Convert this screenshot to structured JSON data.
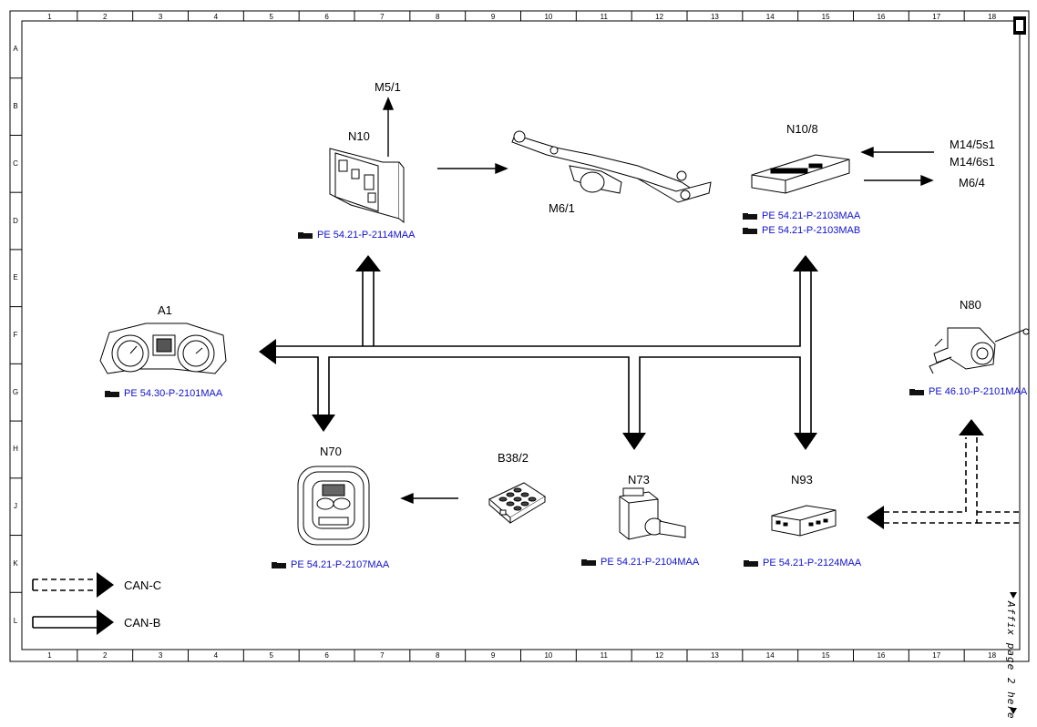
{
  "grid": {
    "columns": [
      "1",
      "2",
      "3",
      "4",
      "5",
      "6",
      "7",
      "8",
      "9",
      "10",
      "11",
      "12",
      "13",
      "14",
      "15",
      "16",
      "17",
      "18"
    ],
    "rows": [
      "A",
      "B",
      "C",
      "D",
      "E",
      "F",
      "G",
      "H",
      "J",
      "K",
      "L"
    ]
  },
  "components": {
    "n10": {
      "code": "N10",
      "ref": "PE 54.21-P-2114MAA"
    },
    "m5_1": {
      "code": "M5/1"
    },
    "m6_1": {
      "code": "M6/1"
    },
    "n10_8": {
      "code": "N10/8",
      "ref1": "PE 54.21-P-2103MAA",
      "ref2": "PE 54.21-P-2103MAB"
    },
    "m14_5s1": {
      "code": "M14/5s1"
    },
    "m14_6s1": {
      "code": "M14/6s1"
    },
    "m6_4": {
      "code": "M6/4"
    },
    "a1": {
      "code": "A1",
      "ref": "PE 54.30-P-2101MAA"
    },
    "n80": {
      "code": "N80",
      "ref": "PE 46.10-P-2101MAA"
    },
    "n70": {
      "code": "N70",
      "ref": "PE 54.21-P-2107MAA"
    },
    "b38_2": {
      "code": "B38/2"
    },
    "n73": {
      "code": "N73",
      "ref": "PE 54.21-P-2104MAA"
    },
    "n93": {
      "code": "N93",
      "ref": "PE 54.21-P-2124MAA"
    }
  },
  "legend": {
    "can_c": "CAN-C",
    "can_b": "CAN-B"
  },
  "side_note": "Affix page 2 here",
  "colors": {
    "link": "#1010d0",
    "line": "#000000"
  },
  "icons": [
    "hand-pointer-icon"
  ]
}
